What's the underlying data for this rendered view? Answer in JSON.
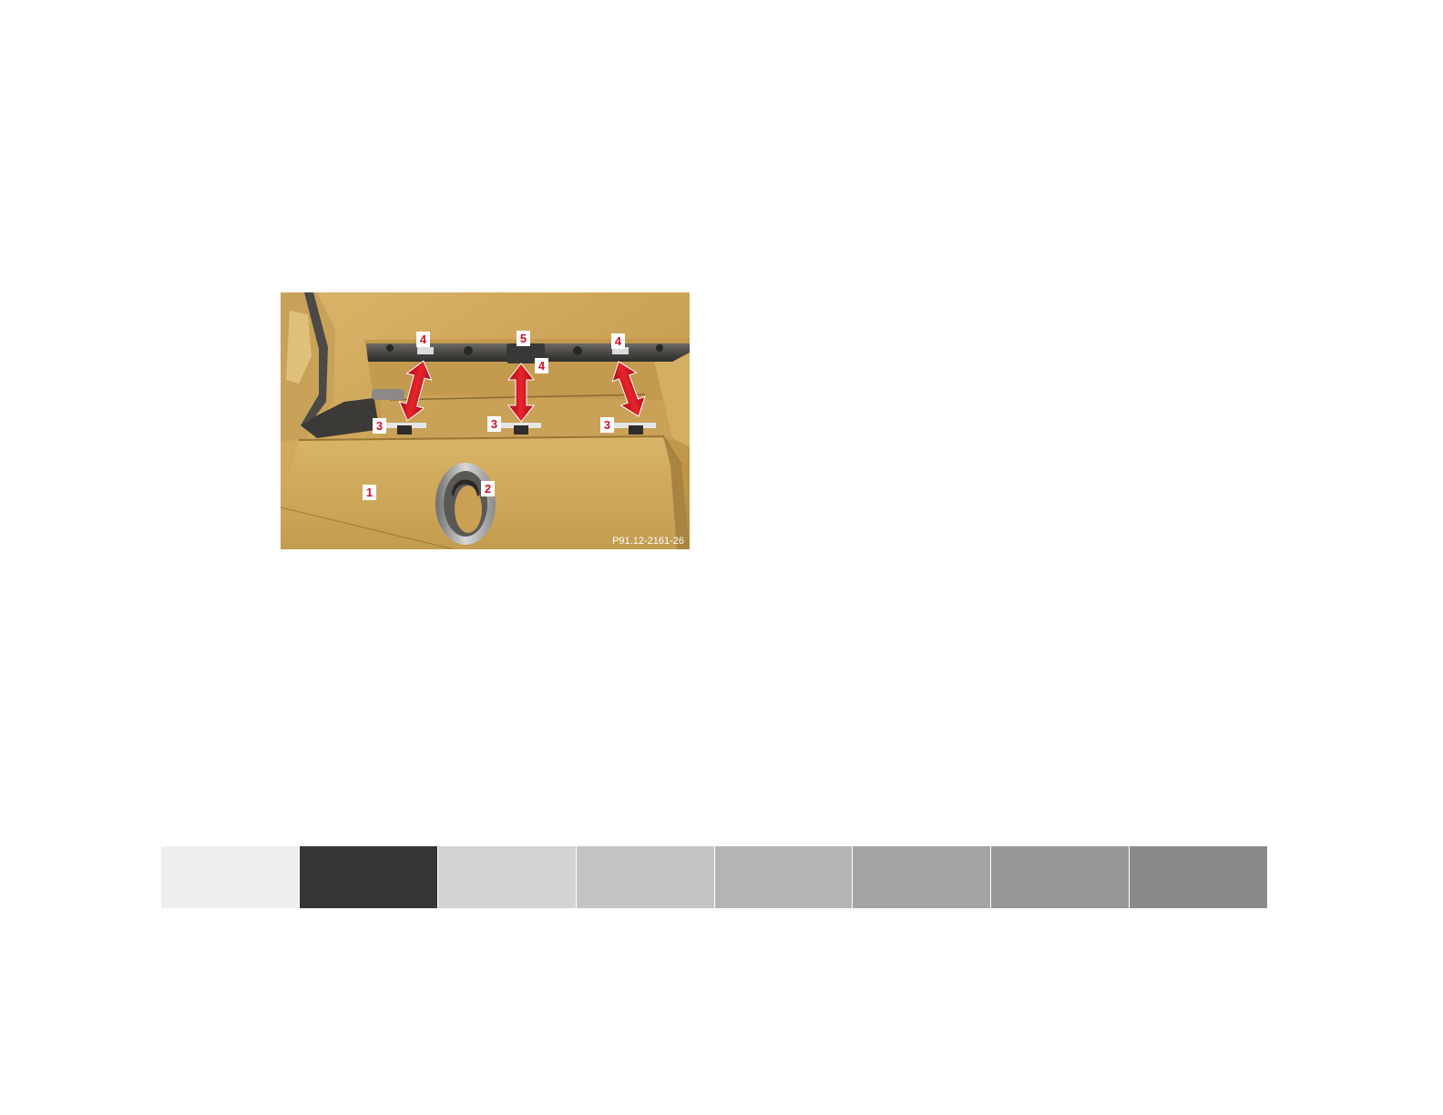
{
  "figure": {
    "image_ref": "P91.12-2161-26",
    "callouts": {
      "glovebox_lid": "1",
      "handle": "2",
      "lower_left": "3",
      "lower_center": "3",
      "lower_right": "3",
      "upper_left": "4",
      "upper_center": "4",
      "upper_right": "4",
      "center": "5"
    },
    "colors": {
      "panel": "#d4ac5e",
      "panel_dark": "#b38a3f",
      "arrow": "#d9141f",
      "callout_text": "#c8102e"
    }
  },
  "color_bar": {
    "swatches": [
      "#efefef",
      "#363636",
      "#d4d4d4",
      "#c4c4c4",
      "#b4b4b4",
      "#a5a5a5",
      "#979797",
      "#8a8a8a"
    ]
  }
}
